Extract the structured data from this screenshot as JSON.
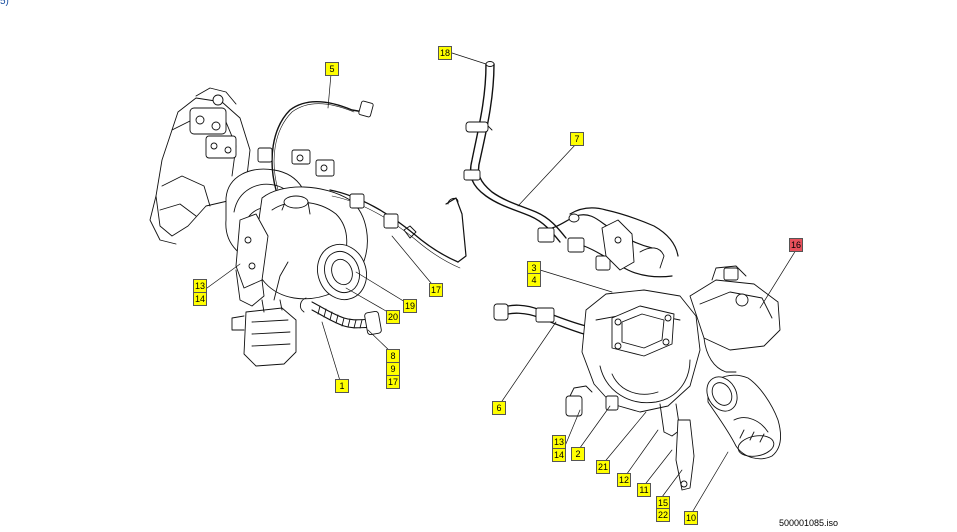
{
  "corner_text": "5)",
  "drawing_ref": "500001085.iso",
  "colors": {
    "label_bg": "#ffff00",
    "label_selected_bg": "#e8505b",
    "line": "#111111"
  },
  "callouts": {
    "c18": "18",
    "c5": "5",
    "c7": "7",
    "c16": "16",
    "c13a": "13",
    "c14a": "14",
    "c17a": "17",
    "c19": "19",
    "c20": "20",
    "c8": "8",
    "c9": "9",
    "c17b": "17",
    "c1": "1",
    "c3": "3",
    "c4": "4",
    "c6": "6",
    "c13b": "13",
    "c14b": "14",
    "c2": "2",
    "c21": "21",
    "c12": "12",
    "c11": "11",
    "c15": "15",
    "c22": "22",
    "c10": "10"
  }
}
